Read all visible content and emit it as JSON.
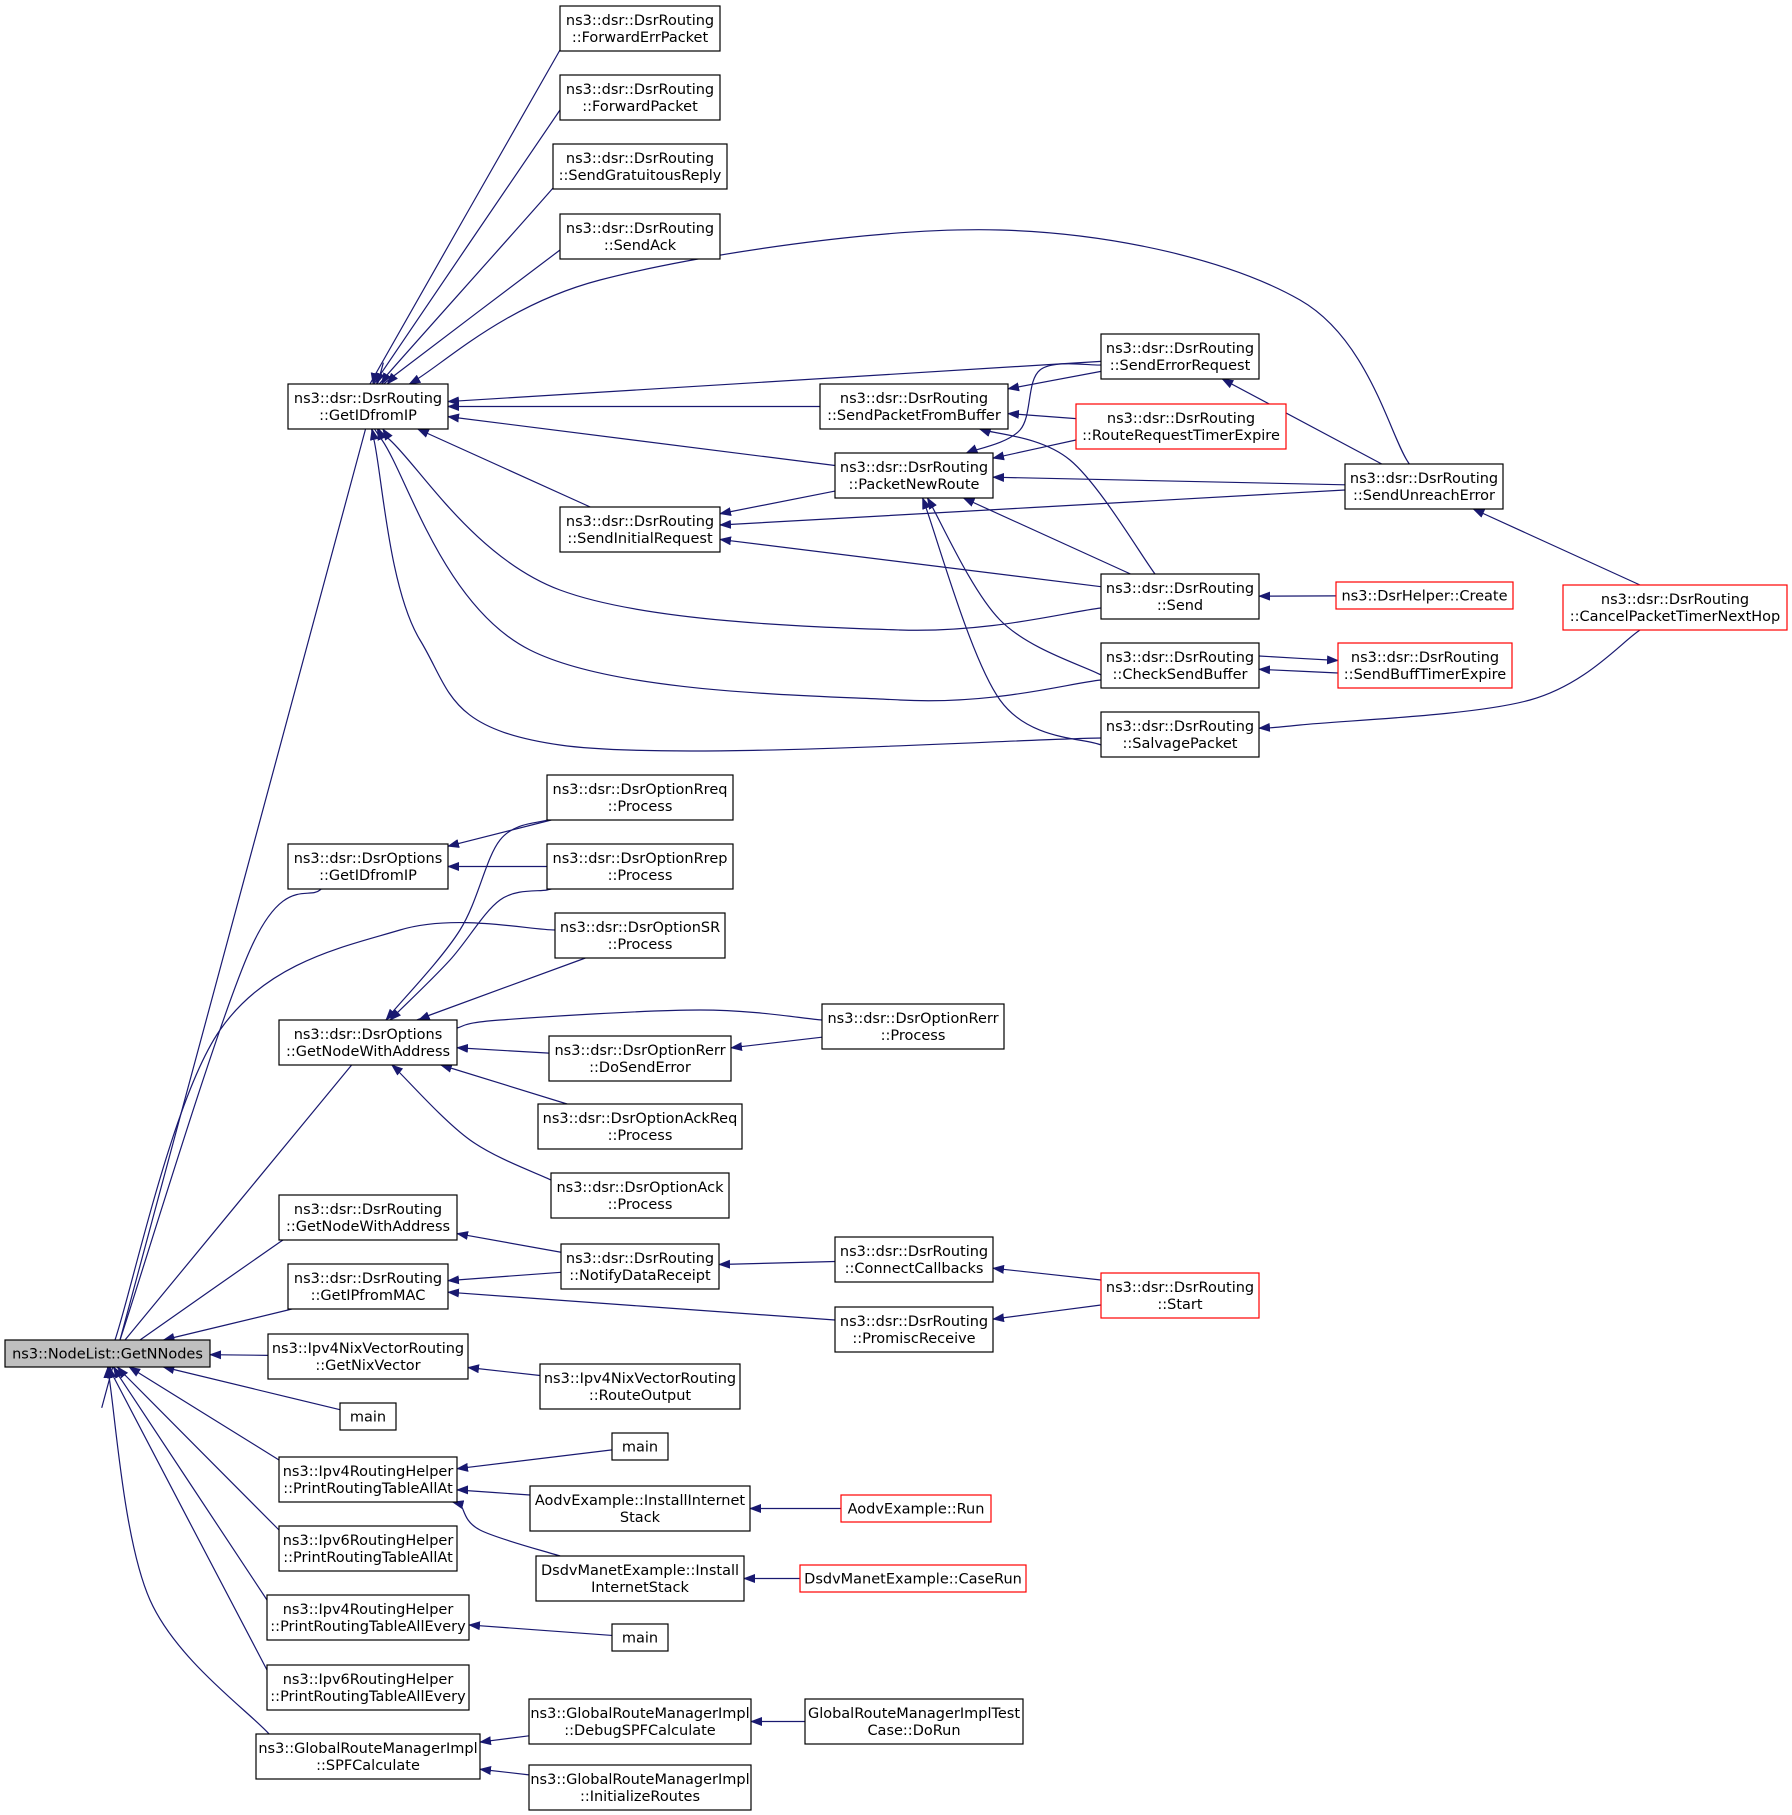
{
  "colors": {
    "edge": "#191970",
    "node_border": "#000000",
    "external_border": "#ff0000",
    "root_fill": "#bfbfbf",
    "background": "#ffffff"
  },
  "nodes": [
    {
      "id": "root",
      "lines": [
        "ns3::NodeList::GetNNodes"
      ],
      "style": "root"
    },
    {
      "id": "rt_getid",
      "lines": [
        "ns3::dsr::DsrRouting",
        "::GetIDfromIP"
      ],
      "style": "normal"
    },
    {
      "id": "fwderr",
      "lines": [
        "ns3::dsr::DsrRouting",
        "::ForwardErrPacket"
      ],
      "style": "normal"
    },
    {
      "id": "fwdpkt",
      "lines": [
        "ns3::dsr::DsrRouting",
        "::ForwardPacket"
      ],
      "style": "normal"
    },
    {
      "id": "gratuit",
      "lines": [
        "ns3::dsr::DsrRouting",
        "::SendGratuitousReply"
      ],
      "style": "normal"
    },
    {
      "id": "sendack",
      "lines": [
        "ns3::dsr::DsrRouting",
        "::SendAck"
      ],
      "style": "normal"
    },
    {
      "id": "senderrreq",
      "lines": [
        "ns3::dsr::DsrRouting",
        "::SendErrorRequest"
      ],
      "style": "normal"
    },
    {
      "id": "sendpfb",
      "lines": [
        "ns3::dsr::DsrRouting",
        "::SendPacketFromBuffer"
      ],
      "style": "normal"
    },
    {
      "id": "rreqtimer",
      "lines": [
        "ns3::dsr::DsrRouting",
        "::RouteRequestTimerExpire"
      ],
      "style": "external"
    },
    {
      "id": "pktnew",
      "lines": [
        "ns3::dsr::DsrRouting",
        "::PacketNewRoute"
      ],
      "style": "normal"
    },
    {
      "id": "sendunreach",
      "lines": [
        "ns3::dsr::DsrRouting",
        "::SendUnreachError"
      ],
      "style": "normal"
    },
    {
      "id": "sendinit",
      "lines": [
        "ns3::dsr::DsrRouting",
        "::SendInitialRequest"
      ],
      "style": "normal"
    },
    {
      "id": "send",
      "lines": [
        "ns3::dsr::DsrRouting",
        "::Send"
      ],
      "style": "normal"
    },
    {
      "id": "helpercreate",
      "lines": [
        "ns3::DsrHelper::Create"
      ],
      "style": "external"
    },
    {
      "id": "cancelpkt",
      "lines": [
        "ns3::dsr::DsrRouting",
        "::CancelPacketTimerNextHop"
      ],
      "style": "external"
    },
    {
      "id": "checksend",
      "lines": [
        "ns3::dsr::DsrRouting",
        "::CheckSendBuffer"
      ],
      "style": "normal"
    },
    {
      "id": "buftimer",
      "lines": [
        "ns3::dsr::DsrRouting",
        "::SendBuffTimerExpire"
      ],
      "style": "external"
    },
    {
      "id": "salvage",
      "lines": [
        "ns3::dsr::DsrRouting",
        "::SalvagePacket"
      ],
      "style": "normal"
    },
    {
      "id": "opt_getid",
      "lines": [
        "ns3::dsr::DsrOptions",
        "::GetIDfromIP"
      ],
      "style": "normal"
    },
    {
      "id": "rreqproc",
      "lines": [
        "ns3::dsr::DsrOptionRreq",
        "::Process"
      ],
      "style": "normal"
    },
    {
      "id": "rrepproc",
      "lines": [
        "ns3::dsr::DsrOptionRrep",
        "::Process"
      ],
      "style": "normal"
    },
    {
      "id": "srproc",
      "lines": [
        "ns3::dsr::DsrOptionSR",
        "::Process"
      ],
      "style": "normal"
    },
    {
      "id": "opt_getnode",
      "lines": [
        "ns3::dsr::DsrOptions",
        "::GetNodeWithAddress"
      ],
      "style": "normal"
    },
    {
      "id": "rerrproc",
      "lines": [
        "ns3::dsr::DsrOptionRerr",
        "::Process"
      ],
      "style": "normal"
    },
    {
      "id": "rerrdosend",
      "lines": [
        "ns3::dsr::DsrOptionRerr",
        "::DoSendError"
      ],
      "style": "normal"
    },
    {
      "id": "ackreqproc",
      "lines": [
        "ns3::dsr::DsrOptionAckReq",
        "::Process"
      ],
      "style": "normal"
    },
    {
      "id": "ackproc",
      "lines": [
        "ns3::dsr::DsrOptionAck",
        "::Process"
      ],
      "style": "normal"
    },
    {
      "id": "rt_getnode",
      "lines": [
        "ns3::dsr::DsrRouting",
        "::GetNodeWithAddress"
      ],
      "style": "normal"
    },
    {
      "id": "notify",
      "lines": [
        "ns3::dsr::DsrRouting",
        "::NotifyDataReceipt"
      ],
      "style": "normal"
    },
    {
      "id": "connectcb",
      "lines": [
        "ns3::dsr::DsrRouting",
        "::ConnectCallbacks"
      ],
      "style": "normal"
    },
    {
      "id": "rt_getipmac",
      "lines": [
        "ns3::dsr::DsrRouting",
        "::GetIPfromMAC"
      ],
      "style": "normal"
    },
    {
      "id": "promisc",
      "lines": [
        "ns3::dsr::DsrRouting",
        "::PromiscReceive"
      ],
      "style": "normal"
    },
    {
      "id": "dsrstart",
      "lines": [
        "ns3::dsr::DsrRouting",
        "::Start"
      ],
      "style": "external"
    },
    {
      "id": "nixget",
      "lines": [
        "ns3::Ipv4NixVectorRouting",
        "::GetNixVector"
      ],
      "style": "normal"
    },
    {
      "id": "nixroute",
      "lines": [
        "ns3::Ipv4NixVectorRouting",
        "::RouteOutput"
      ],
      "style": "normal"
    },
    {
      "id": "main1",
      "lines": [
        "main"
      ],
      "style": "normal"
    },
    {
      "id": "v4allat",
      "lines": [
        "ns3::Ipv4RoutingHelper",
        "::PrintRoutingTableAllAt"
      ],
      "style": "normal"
    },
    {
      "id": "main2",
      "lines": [
        "main"
      ],
      "style": "normal"
    },
    {
      "id": "aodvinst",
      "lines": [
        "AodvExample::InstallInternet",
        "Stack"
      ],
      "style": "normal"
    },
    {
      "id": "aodvrun",
      "lines": [
        "AodvExample::Run"
      ],
      "style": "external"
    },
    {
      "id": "v6allat",
      "lines": [
        "ns3::Ipv6RoutingHelper",
        "::PrintRoutingTableAllAt"
      ],
      "style": "normal"
    },
    {
      "id": "dsdvinst",
      "lines": [
        "DsdvManetExample::Install",
        "InternetStack"
      ],
      "style": "normal"
    },
    {
      "id": "dsdvrun",
      "lines": [
        "DsdvManetExample::CaseRun"
      ],
      "style": "external"
    },
    {
      "id": "v4every",
      "lines": [
        "ns3::Ipv4RoutingHelper",
        "::PrintRoutingTableAllEvery"
      ],
      "style": "normal"
    },
    {
      "id": "main3",
      "lines": [
        "main"
      ],
      "style": "normal"
    },
    {
      "id": "v6every",
      "lines": [
        "ns3::Ipv6RoutingHelper",
        "::PrintRoutingTableAllEvery"
      ],
      "style": "normal"
    },
    {
      "id": "spf",
      "lines": [
        "ns3::GlobalRouteManagerImpl",
        "::SPFCalculate"
      ],
      "style": "normal"
    },
    {
      "id": "debugspf",
      "lines": [
        "ns3::GlobalRouteManagerImpl",
        "::DebugSPFCalculate"
      ],
      "style": "normal"
    },
    {
      "id": "grmtest",
      "lines": [
        "GlobalRouteManagerImplTest",
        "Case::DoRun"
      ],
      "style": "normal"
    },
    {
      "id": "initroutes",
      "lines": [
        "ns3::GlobalRouteManagerImpl",
        "::InitializeRoutes"
      ],
      "style": "normal"
    }
  ],
  "edges": [
    {
      "from": "fwderr",
      "to": "rt_getid"
    },
    {
      "from": "fwdpkt",
      "to": "rt_getid"
    },
    {
      "from": "gratuit",
      "to": "rt_getid"
    },
    {
      "from": "sendack",
      "to": "rt_getid"
    },
    {
      "from": "senderrreq",
      "to": "rt_getid"
    },
    {
      "from": "sendpfb",
      "to": "rt_getid"
    },
    {
      "from": "pktnew",
      "to": "rt_getid"
    },
    {
      "from": "sendinit",
      "to": "rt_getid"
    },
    {
      "from": "send",
      "to": "rt_getid"
    },
    {
      "from": "checksend",
      "to": "rt_getid"
    },
    {
      "from": "salvage",
      "to": "rt_getid"
    },
    {
      "from": "sendunreach",
      "to": "rt_getid"
    },
    {
      "from": "senderrreq",
      "to": "sendpfb"
    },
    {
      "from": "rreqtimer",
      "to": "sendpfb"
    },
    {
      "from": "send",
      "to": "sendpfb"
    },
    {
      "from": "senderrreq",
      "to": "pktnew"
    },
    {
      "from": "rreqtimer",
      "to": "pktnew"
    },
    {
      "from": "sendunreach",
      "to": "pktnew"
    },
    {
      "from": "send",
      "to": "pktnew"
    },
    {
      "from": "checksend",
      "to": "pktnew"
    },
    {
      "from": "salvage",
      "to": "pktnew"
    },
    {
      "from": "pktnew",
      "to": "sendinit"
    },
    {
      "from": "sendunreach",
      "to": "sendinit"
    },
    {
      "from": "send",
      "to": "sendinit"
    },
    {
      "from": "sendunreach",
      "to": "senderrreq"
    },
    {
      "from": "cancelpkt",
      "to": "sendunreach"
    },
    {
      "from": "cancelpkt",
      "to": "salvage"
    },
    {
      "from": "helpercreate",
      "to": "send"
    },
    {
      "from": "checksend",
      "to": "buftimer"
    },
    {
      "from": "buftimer",
      "to": "checksend"
    },
    {
      "from": "rt_getid",
      "to": "root"
    },
    {
      "from": "opt_getid",
      "to": "root"
    },
    {
      "from": "srproc",
      "to": "root"
    },
    {
      "from": "opt_getnode",
      "to": "root"
    },
    {
      "from": "rt_getnode",
      "to": "root"
    },
    {
      "from": "rt_getipmac",
      "to": "root"
    },
    {
      "from": "nixget",
      "to": "root"
    },
    {
      "from": "main1",
      "to": "root"
    },
    {
      "from": "v4allat",
      "to": "root"
    },
    {
      "from": "v6allat",
      "to": "root"
    },
    {
      "from": "v4every",
      "to": "root"
    },
    {
      "from": "v6every",
      "to": "root"
    },
    {
      "from": "spf",
      "to": "root"
    },
    {
      "from": "rreqproc",
      "to": "opt_getid"
    },
    {
      "from": "rrepproc",
      "to": "opt_getid"
    },
    {
      "from": "rreqproc",
      "to": "opt_getnode"
    },
    {
      "from": "rrepproc",
      "to": "opt_getnode"
    },
    {
      "from": "srproc",
      "to": "opt_getnode"
    },
    {
      "from": "rerrproc",
      "to": "opt_getnode"
    },
    {
      "from": "rerrdosend",
      "to": "opt_getnode"
    },
    {
      "from": "ackreqproc",
      "to": "opt_getnode"
    },
    {
      "from": "ackproc",
      "to": "opt_getnode"
    },
    {
      "from": "rerrproc",
      "to": "rerrdosend"
    },
    {
      "from": "notify",
      "to": "rt_getnode"
    },
    {
      "from": "notify",
      "to": "rt_getipmac"
    },
    {
      "from": "promisc",
      "to": "rt_getipmac"
    },
    {
      "from": "connectcb",
      "to": "notify"
    },
    {
      "from": "dsrstart",
      "to": "connectcb"
    },
    {
      "from": "dsrstart",
      "to": "promisc"
    },
    {
      "from": "nixroute",
      "to": "nixget"
    },
    {
      "from": "main2",
      "to": "v4allat"
    },
    {
      "from": "aodvinst",
      "to": "v4allat"
    },
    {
      "from": "dsdvinst",
      "to": "v4allat"
    },
    {
      "from": "aodvrun",
      "to": "aodvinst"
    },
    {
      "from": "dsdvrun",
      "to": "dsdvinst"
    },
    {
      "from": "main3",
      "to": "v4every"
    },
    {
      "from": "debugspf",
      "to": "spf"
    },
    {
      "from": "initroutes",
      "to": "spf"
    },
    {
      "from": "grmtest",
      "to": "debugspf"
    }
  ]
}
